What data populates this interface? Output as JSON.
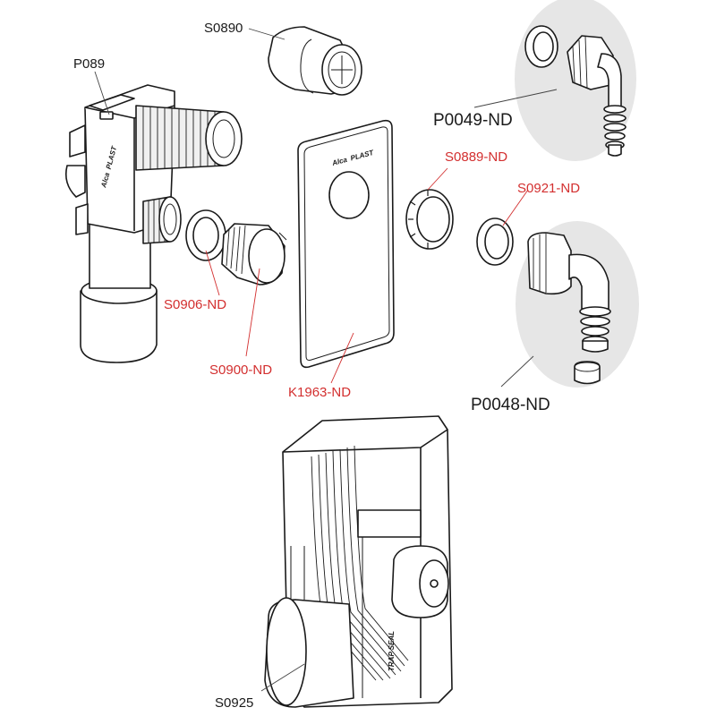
{
  "colors": {
    "label_black": "#1a1a1a",
    "label_red": "#d32f2f",
    "highlight_gray": "#e6e6e6"
  },
  "labels": {
    "s0890": "S0890",
    "p089": "P089",
    "p0049nd": "P0049-ND",
    "s0889nd": "S0889-ND",
    "s0921nd": "S0921-ND",
    "s0906nd": "S0906-ND",
    "s0900nd": "S0900-ND",
    "k1963nd": "K1963-ND",
    "p0048nd": "P0048-ND",
    "s0925": "S0925"
  },
  "brand": {
    "logo_text": "Alca",
    "logo_sub": "PLAST"
  },
  "side_marking": "TRAP SEAL"
}
